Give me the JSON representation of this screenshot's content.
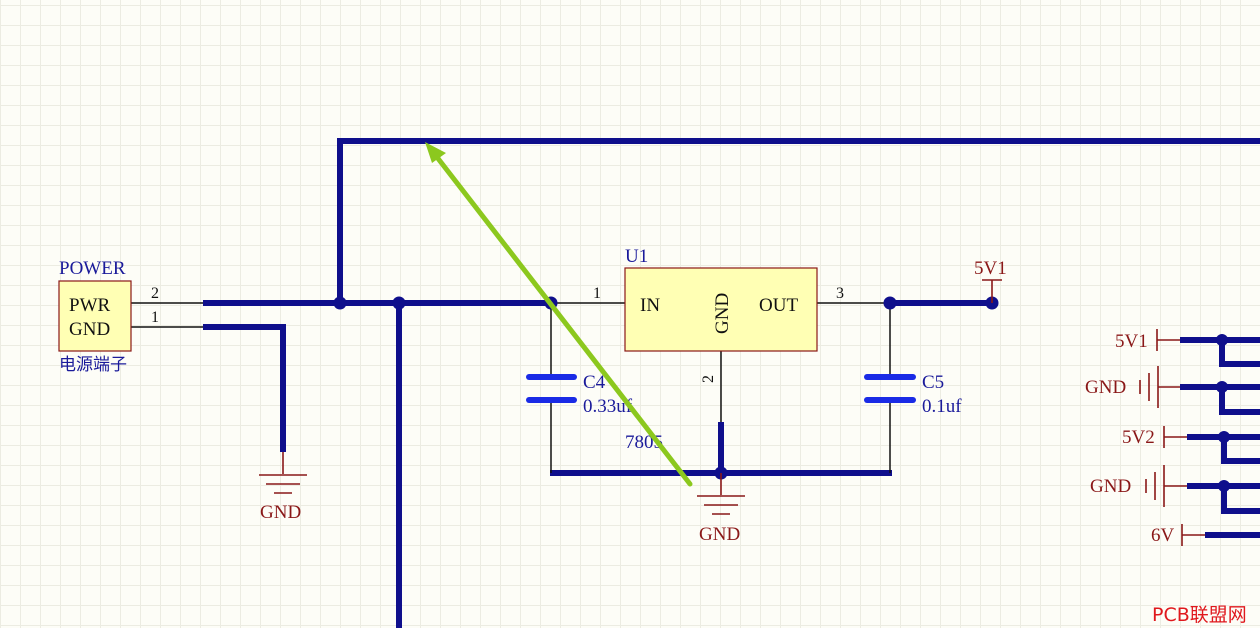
{
  "connector": {
    "designator": "POWER",
    "comment": "电源端子",
    "pins": [
      {
        "name": "PWR",
        "number": "2"
      },
      {
        "name": "GND",
        "number": "1"
      }
    ]
  },
  "regulator": {
    "designator": "U1",
    "comment": "7805",
    "pins": {
      "in": {
        "name": "IN",
        "number": "1"
      },
      "gnd": {
        "name": "GND",
        "number": "2"
      },
      "out": {
        "name": "OUT",
        "number": "3"
      }
    }
  },
  "capacitors": [
    {
      "designator": "C4",
      "value": "0.33uf"
    },
    {
      "designator": "C5",
      "value": "0.1uf"
    }
  ],
  "power_ports": {
    "out_5v": "5V1",
    "gnd_connector": "GND",
    "gnd_regulator": "GND"
  },
  "right_edge_ports": [
    {
      "label": "5V1",
      "kind": "bar"
    },
    {
      "label": "GND",
      "kind": "ground"
    },
    {
      "label": "5V2",
      "kind": "bar"
    },
    {
      "label": "GND",
      "kind": "ground"
    },
    {
      "label": "6V",
      "kind": "bar"
    }
  ],
  "watermark": "PCB联盟网",
  "colors": {
    "wire": "#0f0f8c",
    "capacitor": "#1a2be6",
    "power_port": "#8a1818",
    "component_fill": "#ffffb4",
    "annotation_arrow": "#8cc81e",
    "watermark": "#e0181d"
  }
}
